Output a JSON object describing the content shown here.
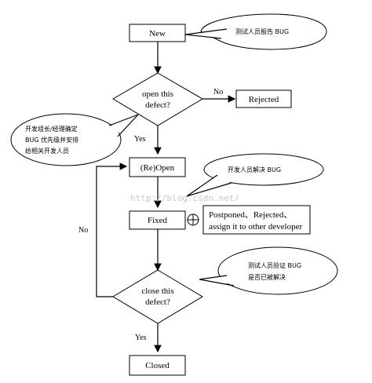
{
  "states": {
    "new": "New",
    "rejected": "Rejected",
    "reopen": "(Re)Open",
    "fixed": "Fixed",
    "closed": "Closed"
  },
  "decisions": {
    "open_defect": [
      "open this",
      "defect?"
    ],
    "close_defect": [
      "close this",
      "defect?"
    ]
  },
  "outcome_box": [
    "Postponed、Rejected、",
    "assign it to other developer"
  ],
  "edge_labels": {
    "open_no": "No",
    "open_yes": "Yes",
    "close_no": "No",
    "close_yes": "Yes"
  },
  "callouts": {
    "tester_reports": "测试人员报告 BUG",
    "manager_assigns": [
      "开发组长/经理确定",
      "BUG 优先级并安排",
      "给相关开发人员"
    ],
    "developer_fixes": "开发人员解决 BUG",
    "tester_verifies": [
      "测试人员验证 BUG",
      "是否已被解决"
    ]
  },
  "watermark": "http://blog.csdn.net/"
}
